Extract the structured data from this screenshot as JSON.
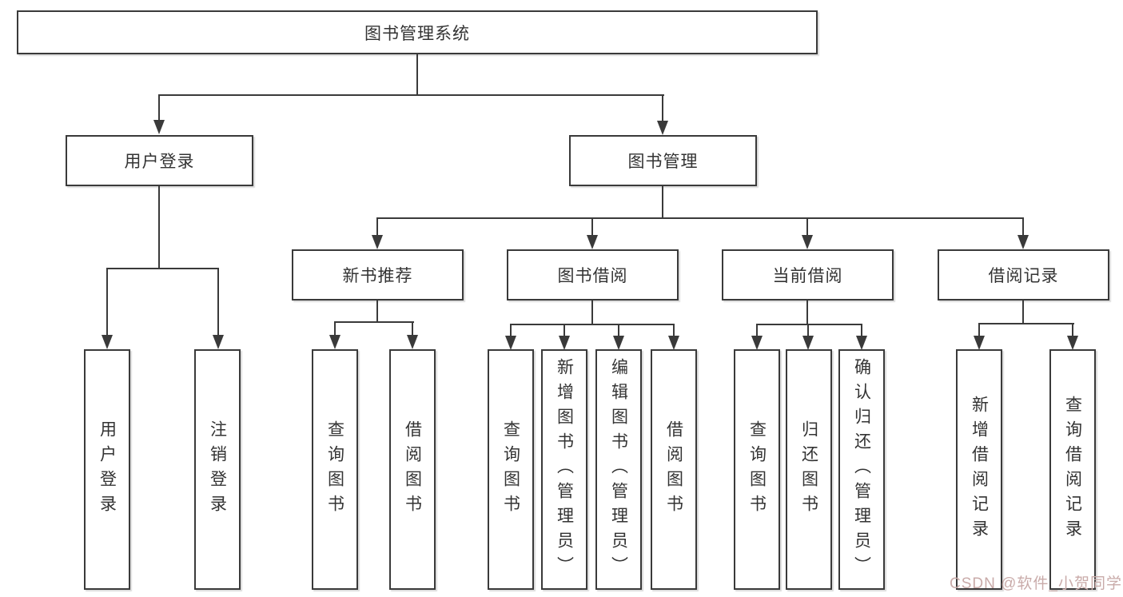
{
  "title": "图书管理系统",
  "watermark": "CSDN @软件_小贺同学",
  "colors": {
    "line": "#3a3a3a",
    "text": "#333333",
    "background": "#ffffff",
    "watermark": "#c9aba9"
  },
  "tree": {
    "root": {
      "label": "图书管理系统"
    },
    "branches": [
      {
        "label": "用户登录",
        "children": [
          "用户登录",
          "注销登录"
        ]
      },
      {
        "label": "图书管理",
        "sections": [
          {
            "label": "新书推荐",
            "children": [
              "查询图书",
              "借阅图书"
            ]
          },
          {
            "label": "图书借阅",
            "children": [
              "查询图书",
              "新增图书（管理员）",
              "编辑图书（管理员）",
              "借阅图书"
            ]
          },
          {
            "label": "当前借阅",
            "children": [
              "查询图书",
              "归还图书",
              "确认归还（管理员）"
            ]
          },
          {
            "label": "借阅记录",
            "children": [
              "新增借阅记录",
              "查询借阅记录"
            ]
          }
        ]
      }
    ]
  }
}
